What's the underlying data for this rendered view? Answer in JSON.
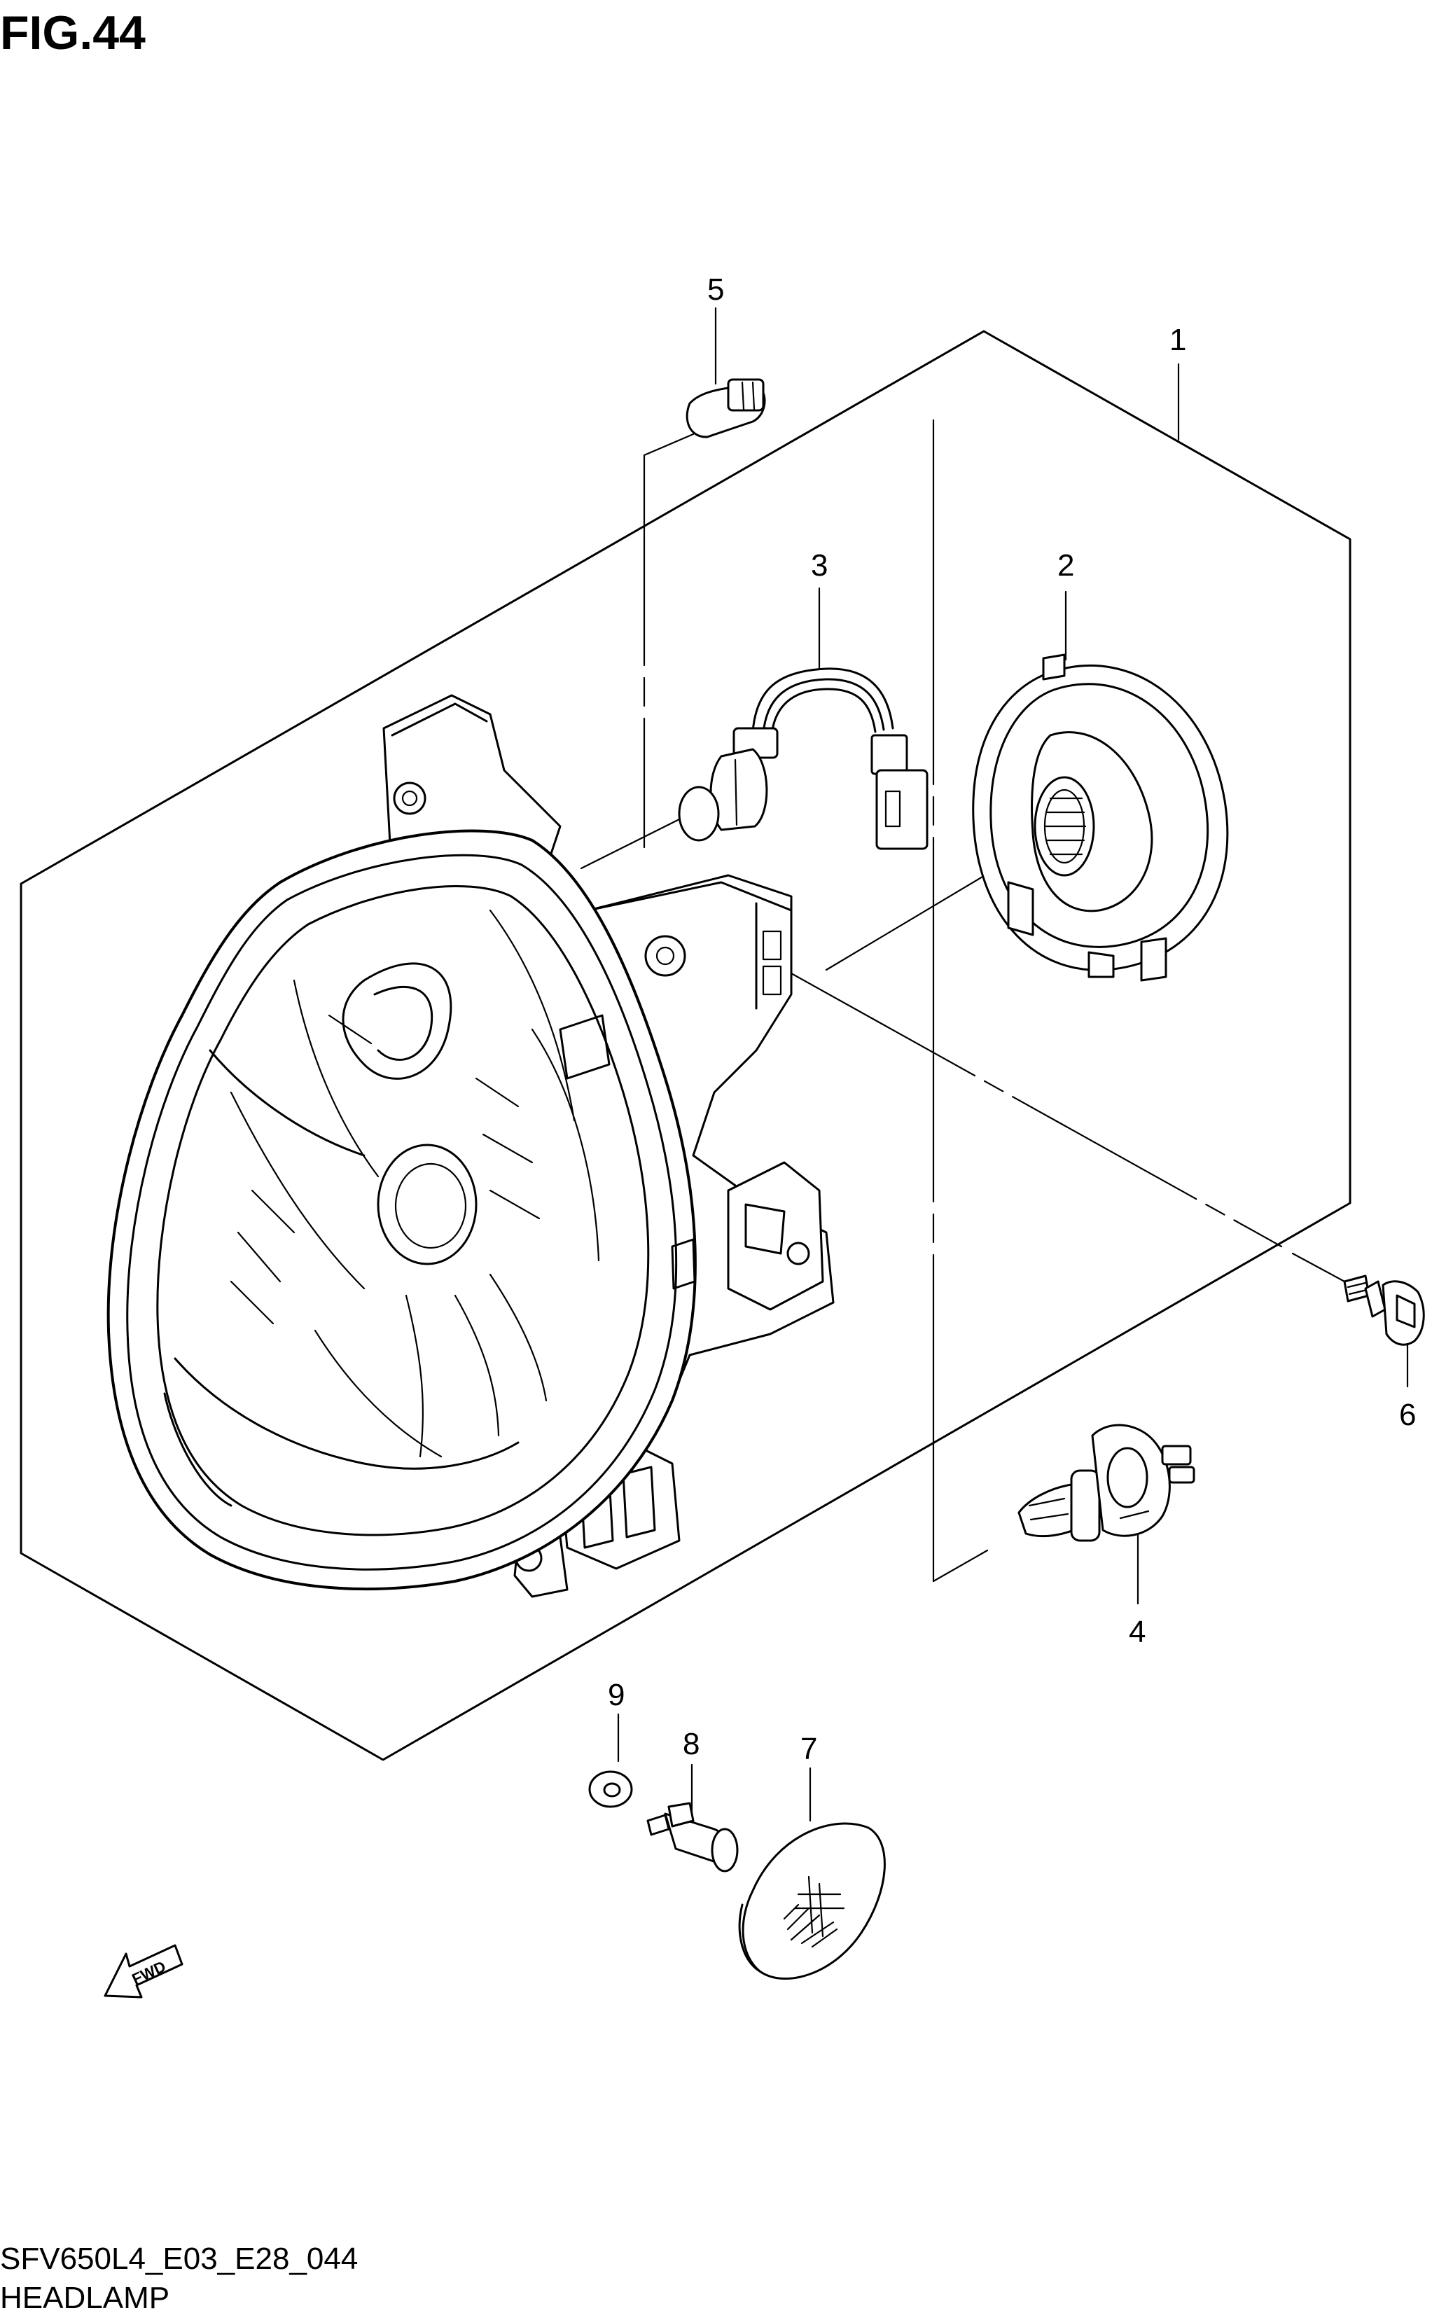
{
  "figure": {
    "title": "FIG.44",
    "code": "SFV650L4_E03_E28_044",
    "name": "HEADLAMP"
  },
  "callouts": {
    "c1": "1",
    "c2": "2",
    "c3": "3",
    "c4": "4",
    "c5": "5",
    "c6": "6",
    "c7": "7",
    "c8": "8",
    "c9": "9"
  },
  "fwd_label": "FWD",
  "colors": {
    "line": "#000000",
    "background": "#ffffff"
  }
}
